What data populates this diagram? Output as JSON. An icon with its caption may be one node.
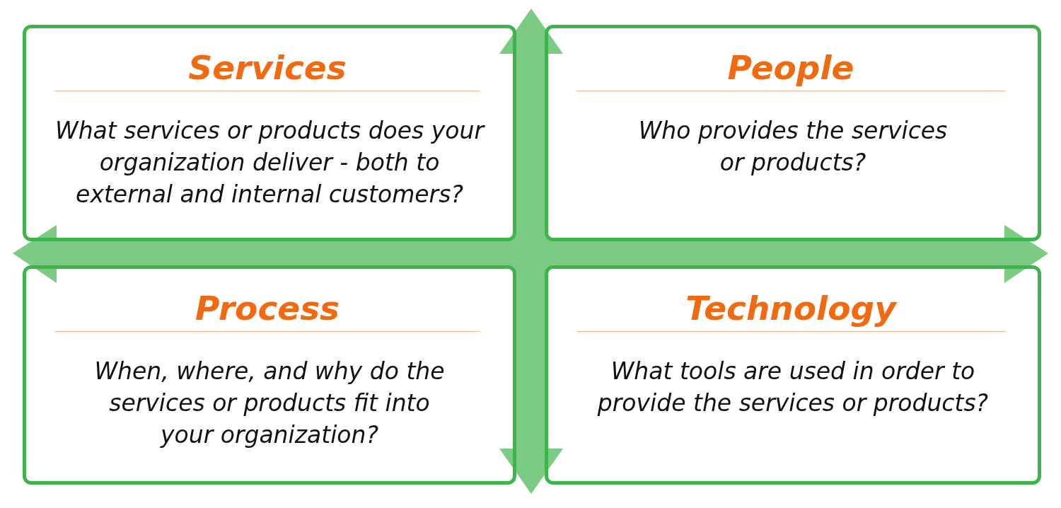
{
  "diagram": {
    "nodes": [
      {
        "text": [
          "Services",
          "What services or products does your organization deliver - both to external and internal customers?"
        ]
      },
      {
        "text": [
          "People",
          "Who provides the services or products?"
        ]
      },
      {
        "text": [
          "Process",
          "When, where, and why do the services or products fit into your organization?"
        ]
      },
      {
        "text": [
          "Technology",
          "What tools are used in order to provide the services or products?"
        ]
      }
    ]
  }
}
